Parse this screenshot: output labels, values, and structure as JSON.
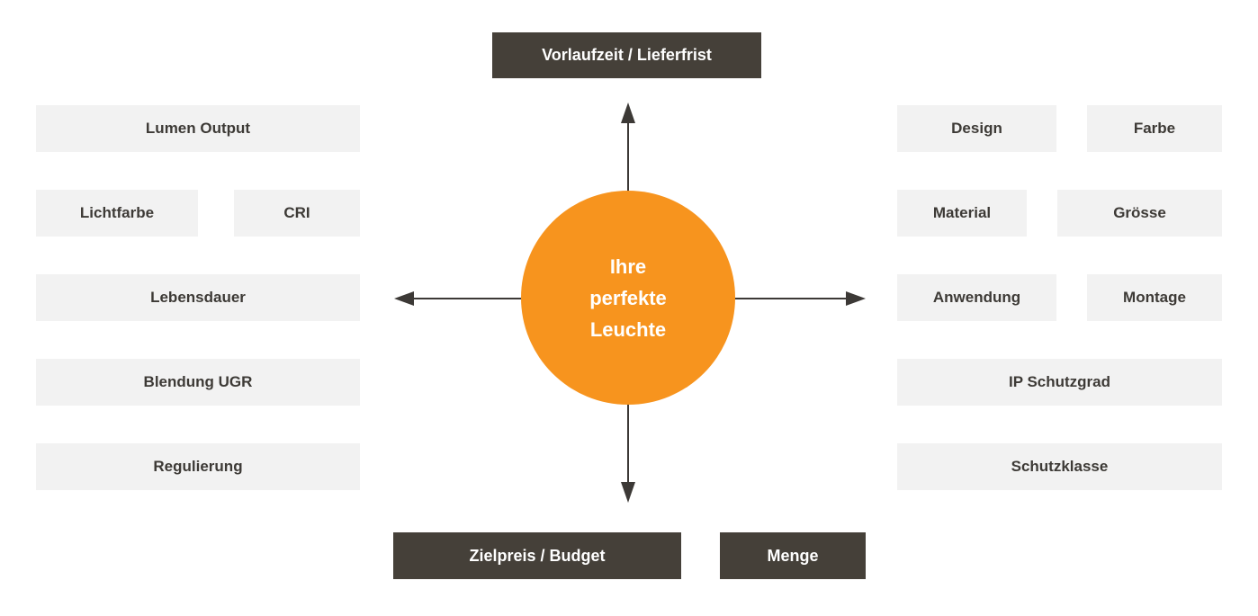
{
  "colors": {
    "page_bg": "#ffffff",
    "dark_box_bg": "#454039",
    "dark_box_text": "#ffffff",
    "light_box_bg": "#f2f2f2",
    "light_box_text": "#3d3a36",
    "circle_bg": "#f7941e",
    "circle_text": "#ffffff",
    "arrow_color": "#3c3936"
  },
  "diagram": {
    "top": {
      "label": "Vorlaufzeit / Lieferfrist"
    },
    "center": {
      "text": "Ihre\nperfekte\nLeuchte"
    },
    "left": {
      "items": [
        {
          "label": "Lumen Output"
        },
        {
          "label": "Lichtfarbe"
        },
        {
          "label": "CRI"
        },
        {
          "label": "Lebensdauer"
        },
        {
          "label": "Blendung UGR"
        },
        {
          "label": "Regulierung"
        }
      ]
    },
    "right": {
      "items": [
        {
          "label": "Design"
        },
        {
          "label": "Farbe"
        },
        {
          "label": "Material"
        },
        {
          "label": "Grösse"
        },
        {
          "label": "Anwendung"
        },
        {
          "label": "Montage"
        },
        {
          "label": "IP Schutzgrad"
        },
        {
          "label": "Schutzklasse"
        }
      ]
    },
    "bottom": {
      "items": [
        {
          "label": "Zielpreis / Budget"
        },
        {
          "label": "Menge"
        }
      ]
    },
    "arrows": [
      "up",
      "down",
      "left",
      "right"
    ]
  }
}
